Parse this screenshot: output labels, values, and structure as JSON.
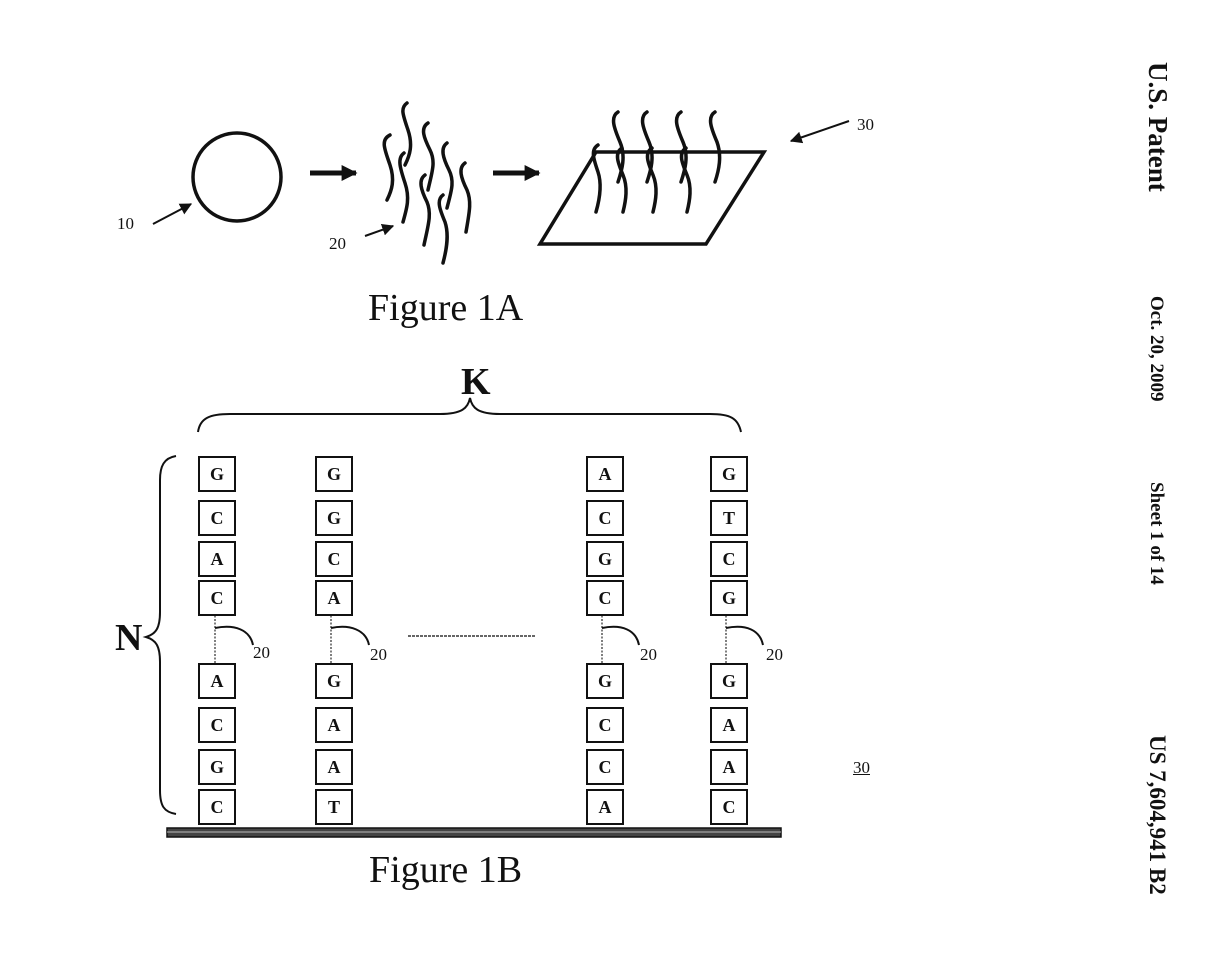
{
  "header": {
    "title": "U.S. Patent",
    "date": "Oct. 20, 2009",
    "sheet": "Sheet 1 of 14",
    "patent_number": "US 7,604,941 B2"
  },
  "figure_1a": {
    "caption": "Figure 1A",
    "labels": {
      "cell": "10",
      "fragments": "20",
      "array": "30"
    }
  },
  "figure_1b": {
    "caption": "Figure 1B",
    "brace_k_label": "K",
    "brace_n_label": "N",
    "linker_label": "20",
    "substrate_label": "30",
    "columns": [
      {
        "top": [
          "G",
          "C",
          "A",
          "C"
        ],
        "bottom": [
          "A",
          "C",
          "G",
          "C"
        ]
      },
      {
        "top": [
          "G",
          "G",
          "C",
          "A"
        ],
        "bottom": [
          "G",
          "A",
          "A",
          "T"
        ]
      },
      {
        "top": [
          "A",
          "C",
          "G",
          "C"
        ],
        "bottom": [
          "G",
          "C",
          "C",
          "A"
        ]
      },
      {
        "top": [
          "G",
          "T",
          "C",
          "G"
        ],
        "bottom": [
          "G",
          "A",
          "A",
          "C"
        ]
      }
    ]
  }
}
